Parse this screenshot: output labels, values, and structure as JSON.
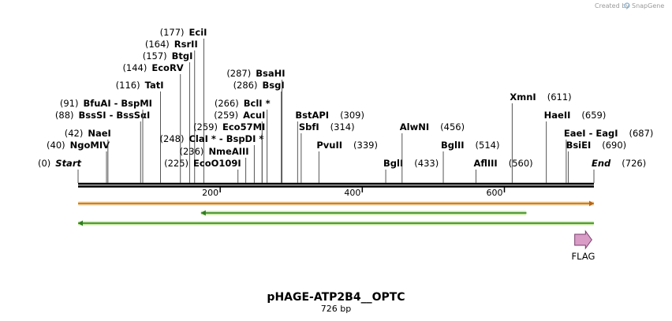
{
  "credit": {
    "text": "Created by",
    "brand": "SnapGene"
  },
  "sequence": {
    "length": 726,
    "title": "pHAGE-ATP2B4__OPTC",
    "subtitle": "726 bp"
  },
  "ticks": [
    {
      "pos": 200,
      "label": "200"
    },
    {
      "pos": 400,
      "label": "400"
    },
    {
      "pos": 600,
      "label": "600"
    }
  ],
  "sites": [
    {
      "pos": 0,
      "pos_label": "(0)",
      "name": "Start",
      "italic": true,
      "side": "right"
    },
    {
      "pos": 40,
      "pos_label": "(40)",
      "name": "NgoMIV",
      "side": "right"
    },
    {
      "pos": 42,
      "pos_label": "(42)",
      "name": "NaeI",
      "side": "right"
    },
    {
      "pos": 88,
      "pos_label": "(88)",
      "name": "BssSI",
      "name2": "BssSαI",
      "side": "right"
    },
    {
      "pos": 91,
      "pos_label": "(91)",
      "name": "BfuAI",
      "name2": "BspMI",
      "side": "right"
    },
    {
      "pos": 116,
      "pos_label": "(116)",
      "name": "TatI",
      "side": "right"
    },
    {
      "pos": 144,
      "pos_label": "(144)",
      "name": "EcoRV",
      "side": "right"
    },
    {
      "pos": 157,
      "pos_label": "(157)",
      "name": "BtgI",
      "side": "right"
    },
    {
      "pos": 164,
      "pos_label": "(164)",
      "name": "RsrII",
      "side": "right"
    },
    {
      "pos": 177,
      "pos_label": "(177)",
      "name": "EciI",
      "side": "right"
    },
    {
      "pos": 225,
      "pos_label": "(225)",
      "name": "EcoO109I",
      "side": "right"
    },
    {
      "pos": 236,
      "pos_label": "(236)",
      "name": "NmeAIII",
      "side": "right"
    },
    {
      "pos": 248,
      "pos_label": "(248)",
      "name": "ClaI *",
      "name2": "BspDI *",
      "side": "right"
    },
    {
      "pos": 259,
      "pos_label": "(259)",
      "name": "Eco57MI",
      "side": "right"
    },
    {
      "pos": 266,
      "pos_label": "(266)",
      "name": "BclI *",
      "side": "right"
    },
    {
      "pos": 259,
      "pos_label": "(259)",
      "name": "AcuI",
      "side": "right"
    },
    {
      "pos": 286,
      "pos_label": "(286)",
      "name": "BsgI",
      "side": "right"
    },
    {
      "pos": 287,
      "pos_label": "(287)",
      "name": "BsaHI",
      "side": "right"
    },
    {
      "pos": 309,
      "pos_label": "(309)",
      "name": "BstAPI",
      "side": "left"
    },
    {
      "pos": 314,
      "pos_label": "(314)",
      "name": "SbfI",
      "side": "left"
    },
    {
      "pos": 339,
      "pos_label": "(339)",
      "name": "PvuII",
      "side": "left"
    },
    {
      "pos": 433,
      "pos_label": "(433)",
      "name": "BglI",
      "side": "left"
    },
    {
      "pos": 456,
      "pos_label": "(456)",
      "name": "AlwNI",
      "side": "left"
    },
    {
      "pos": 514,
      "pos_label": "(514)",
      "name": "BglII",
      "side": "left"
    },
    {
      "pos": 560,
      "pos_label": "(560)",
      "name": "AflIII",
      "side": "left"
    },
    {
      "pos": 611,
      "pos_label": "(611)",
      "name": "XmnI",
      "side": "left"
    },
    {
      "pos": 659,
      "pos_label": "(659)",
      "name": "HaeII",
      "side": "left"
    },
    {
      "pos": 687,
      "pos_label": "(687)",
      "name": "EaeI",
      "name2": "EagI",
      "side": "left"
    },
    {
      "pos": 690,
      "pos_label": "(690)",
      "name": "BsiEI",
      "side": "left"
    },
    {
      "pos": 726,
      "pos_label": "(726)",
      "name": "End",
      "italic": true,
      "side": "left"
    }
  ],
  "features": [
    {
      "name": "",
      "start": 0,
      "end": 726,
      "direction": "forward",
      "fill": "#f4d19a",
      "stroke": "#b5651d",
      "line": "#b5651d"
    },
    {
      "name": "",
      "start": 173,
      "end": 631,
      "direction": "reverse",
      "fill": "#c6e8a1",
      "stroke": "#2e7d20",
      "line": "#2e7d20"
    },
    {
      "name": "",
      "start": 0,
      "end": 726,
      "direction": "reverse",
      "fill": "#c6e8a1",
      "stroke": "#2e7d20",
      "line": "#2e7d20"
    },
    {
      "name": "FLAG",
      "start": 699,
      "end": 723,
      "direction": "forward",
      "fill": "#d89cc7",
      "stroke": "#7a3e6c"
    }
  ]
}
